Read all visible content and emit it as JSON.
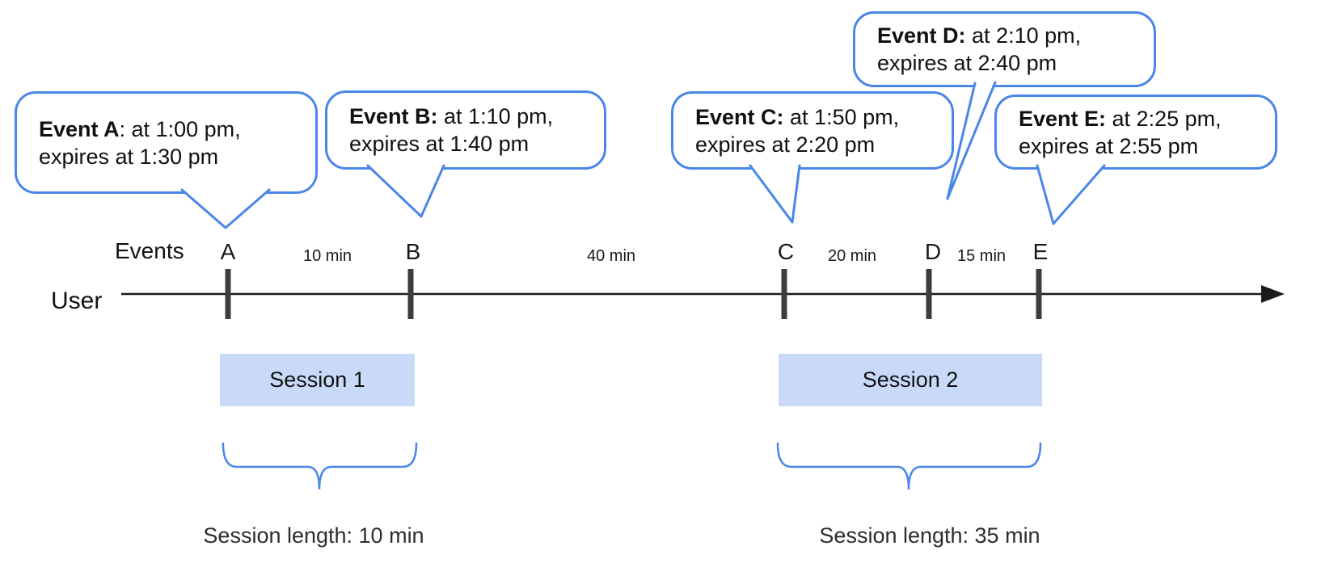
{
  "palette": {
    "bubble_border": "#4a86e8",
    "brace": "#4a86e8",
    "session_fill": "#c9daf8",
    "tick": "#3d3d3d",
    "axis": "#1a1a1a",
    "text": "#111111"
  },
  "labels": {
    "events_axis": "Events",
    "user": "User"
  },
  "events": [
    {
      "letter": "A",
      "bold": "Event A",
      "rest": ": at 1:00 pm,",
      "line2": "expires at 1:30 pm"
    },
    {
      "letter": "B",
      "bold": "Event B:",
      "rest": " at 1:10 pm,",
      "line2": "expires at 1:40 pm"
    },
    {
      "letter": "C",
      "bold": "Event C:",
      "rest": " at 1:50 pm,",
      "line2": "expires at 2:20 pm"
    },
    {
      "letter": "D",
      "bold": "Event D:",
      "rest": " at 2:10 pm,",
      "line2": "expires at 2:40 pm"
    },
    {
      "letter": "E",
      "bold": "Event E:",
      "rest": " at 2:25 pm,",
      "line2": "expires at 2:55 pm"
    }
  ],
  "intervals": [
    {
      "between": "A-B",
      "label": "10 min"
    },
    {
      "between": "B-C",
      "label": "40 min"
    },
    {
      "between": "C-D",
      "label": "20 min"
    },
    {
      "between": "D-E",
      "label": "15 min"
    }
  ],
  "sessions": [
    {
      "label": "Session 1",
      "length_label": "Session length: 10 min"
    },
    {
      "label": "Session 2",
      "length_label": "Session length: 35 min"
    }
  ]
}
